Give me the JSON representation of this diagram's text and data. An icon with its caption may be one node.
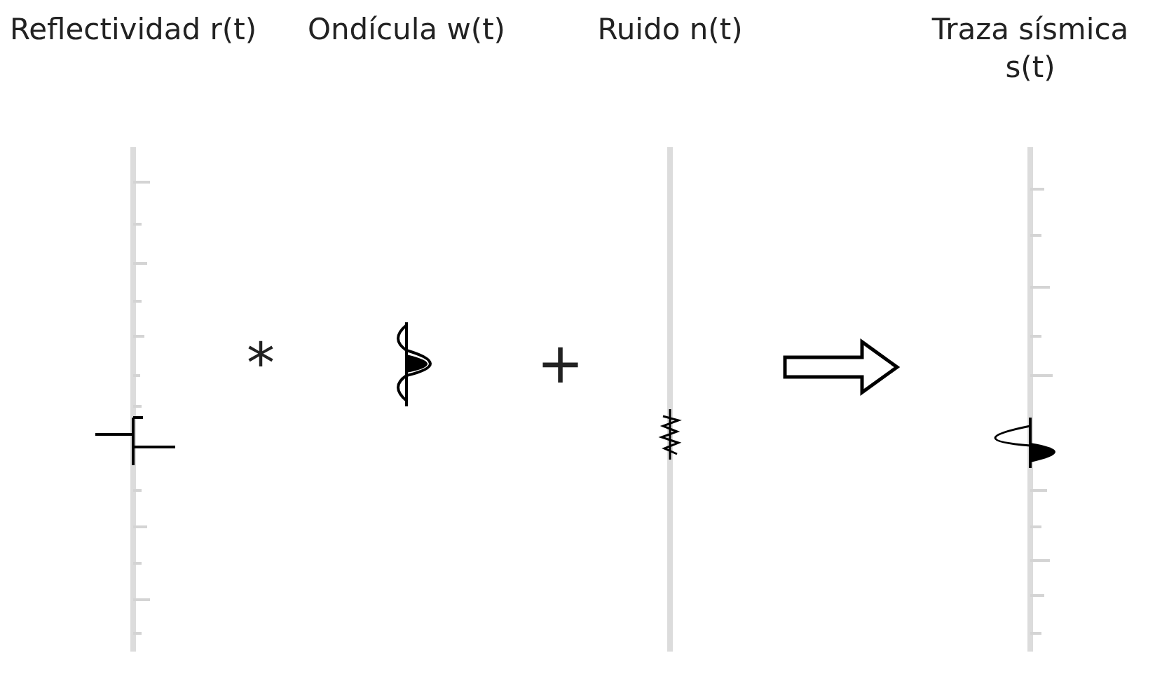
{
  "diagram": {
    "nodes": [
      {
        "text": [
          "Reflectividad r(t)"
        ]
      },
      {
        "text": [
          "Ondícula w(t)"
        ]
      },
      {
        "text": [
          "Ruido n(t)"
        ]
      },
      {
        "text": [
          "Traza sísmica s(t)"
        ]
      }
    ],
    "edges": [
      {
        "from": 2,
        "to": 3,
        "arrow": "to"
      }
    ],
    "labels": [
      "*",
      "+"
    ]
  }
}
